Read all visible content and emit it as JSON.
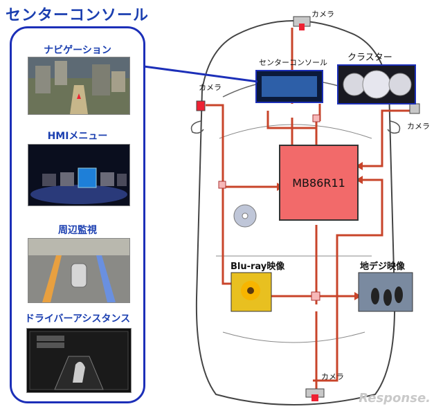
{
  "title": "センターコンソール",
  "panel": {
    "items": [
      {
        "label": "ナビゲーション"
      },
      {
        "label": "HMIメニュー"
      },
      {
        "label": "周辺監視"
      },
      {
        "label": "ドライバーアシスタンス"
      }
    ]
  },
  "car": {
    "labels": {
      "center_console": "センターコンソール",
      "cluster": "クラスター",
      "camera_top": "カメラ",
      "camera_left": "カメラ",
      "camera_right": "カメラ",
      "camera_bottom": "カメラ",
      "bluray": "Blu-ray映像",
      "digital_tv": "地デジ映像"
    },
    "chip_label": "MB86R11"
  },
  "watermark": "Response."
}
